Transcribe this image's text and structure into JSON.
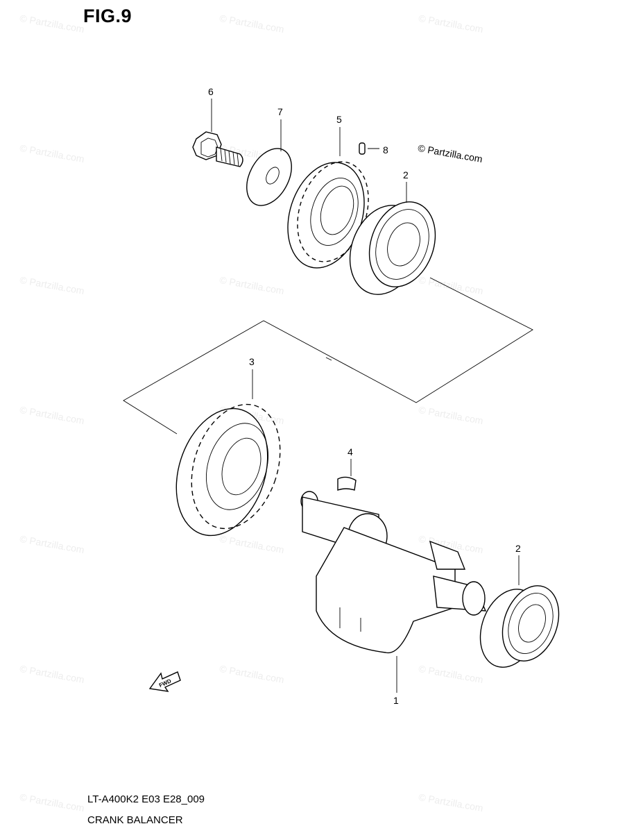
{
  "figure": {
    "title": "FIG.9",
    "code": "LT-A400K2 E03 E28_009",
    "name": "CRANK BALANCER"
  },
  "copyright": "© Partzilla.com",
  "watermark_text": "© Partzilla.com",
  "fwd_label": "FWD",
  "parts": [
    {
      "ref": "1",
      "part": "crank balancer shaft"
    },
    {
      "ref": "2",
      "part": "bearing (upper)"
    },
    {
      "ref": "2",
      "part": "bearing (lower)"
    },
    {
      "ref": "3",
      "part": "balancer driven gear"
    },
    {
      "ref": "4",
      "part": "key"
    },
    {
      "ref": "5",
      "part": "gear"
    },
    {
      "ref": "6",
      "part": "bolt"
    },
    {
      "ref": "7",
      "part": "washer"
    },
    {
      "ref": "8",
      "part": "pin"
    }
  ]
}
